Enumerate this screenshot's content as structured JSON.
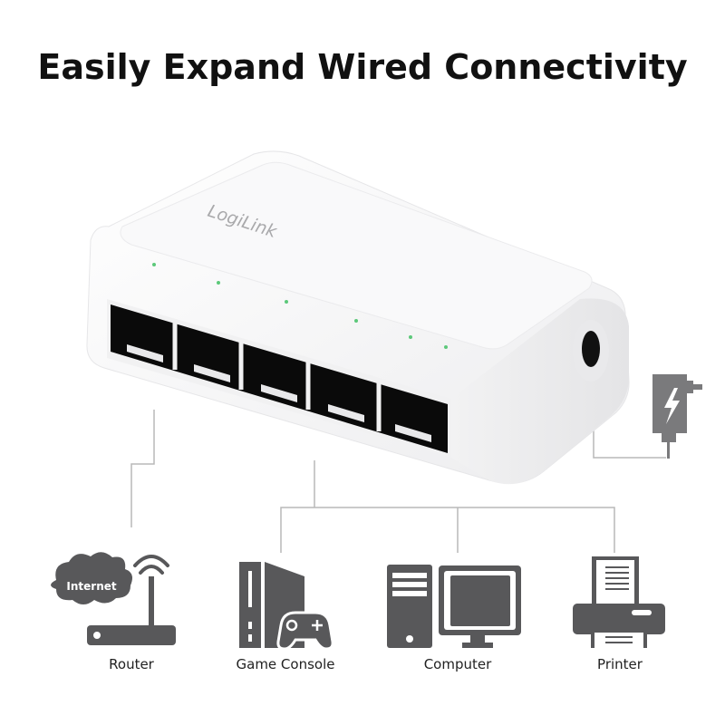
{
  "headline": "Easily Expand Wired Connectivity",
  "product": {
    "brand": "LogiLink",
    "ports": 5,
    "led_color": "#5cc87a",
    "body_color": "#f7f7f8"
  },
  "devices": [
    {
      "id": "router",
      "label": "Router",
      "icon": "router-icon",
      "badge": "Internet"
    },
    {
      "id": "game-console",
      "label": "Game Console",
      "icon": "game-console-icon"
    },
    {
      "id": "computer",
      "label": "Computer",
      "icon": "computer-icon"
    },
    {
      "id": "printer",
      "label": "Printer",
      "icon": "printer-icon"
    }
  ],
  "power": {
    "icon": "power-adapter-icon"
  },
  "colors": {
    "icon": "#58585a",
    "connector_line": "#b8b8b8",
    "text": "#222222"
  }
}
